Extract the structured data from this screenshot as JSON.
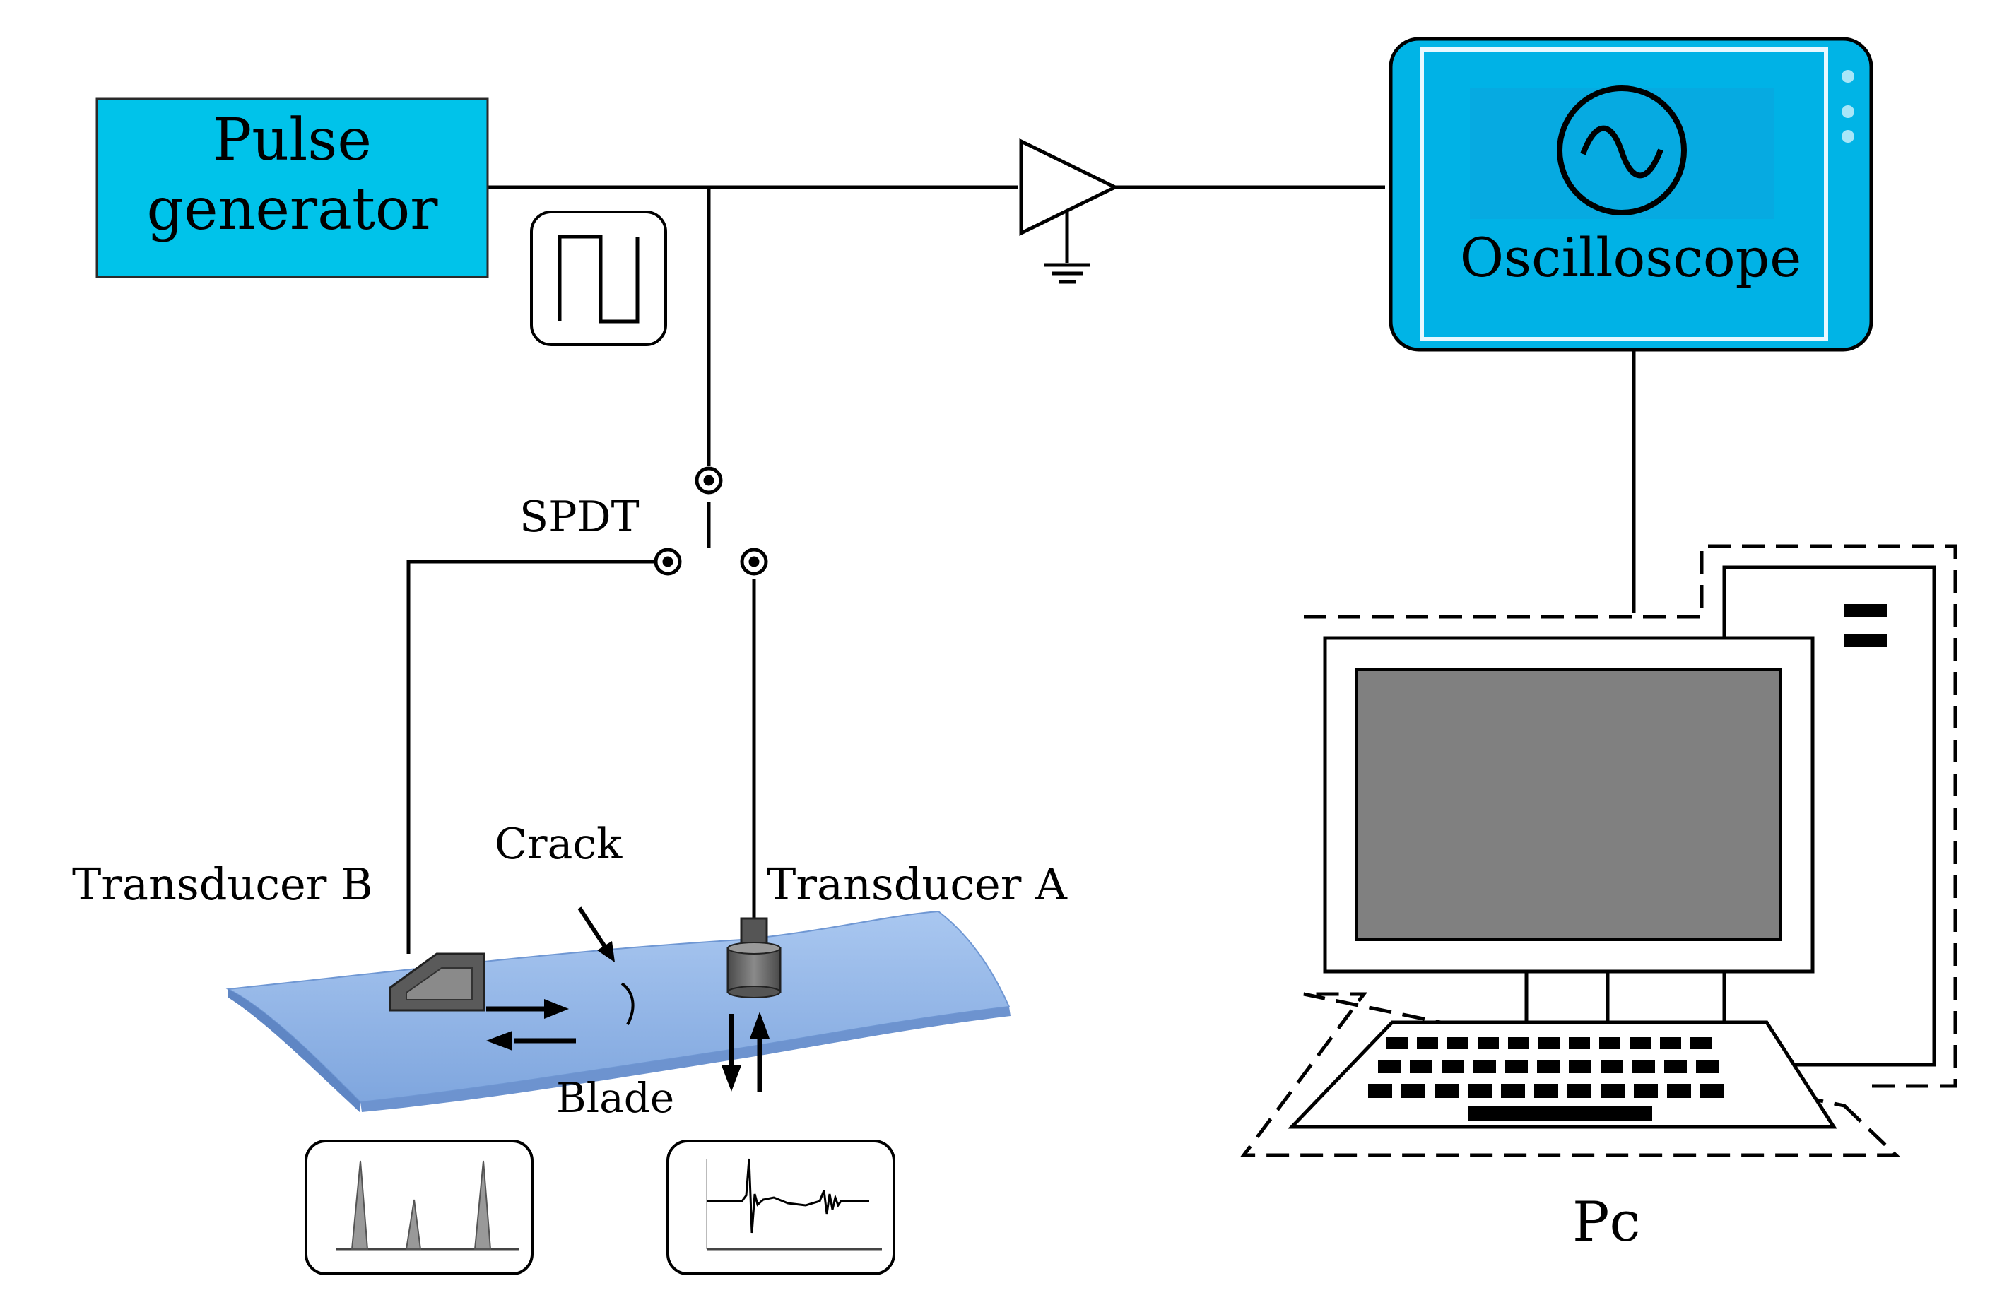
{
  "blocks": {
    "pulse_generator": {
      "line1": "Pulse",
      "line2": "generator",
      "fill": "#00c3ea"
    },
    "oscilloscope": {
      "label": "Oscilloscope",
      "fill": "#00b4e6"
    },
    "pc": {
      "label": "Pc"
    }
  },
  "labels": {
    "spdt": "SPDT",
    "crack": "Crack",
    "transducer_a": "Transducer A",
    "transducer_b": "Transducer B",
    "blade": "Blade"
  },
  "colors": {
    "wire": "#000000",
    "blade": "#8fb4e8",
    "screen": "#808080"
  },
  "icons": [
    "square-wave-icon",
    "amplifier-icon",
    "ground-icon",
    "sine-wave-icon",
    "pulse-echo-waveform-icon",
    "transmission-waveform-icon",
    "computer-icon"
  ]
}
